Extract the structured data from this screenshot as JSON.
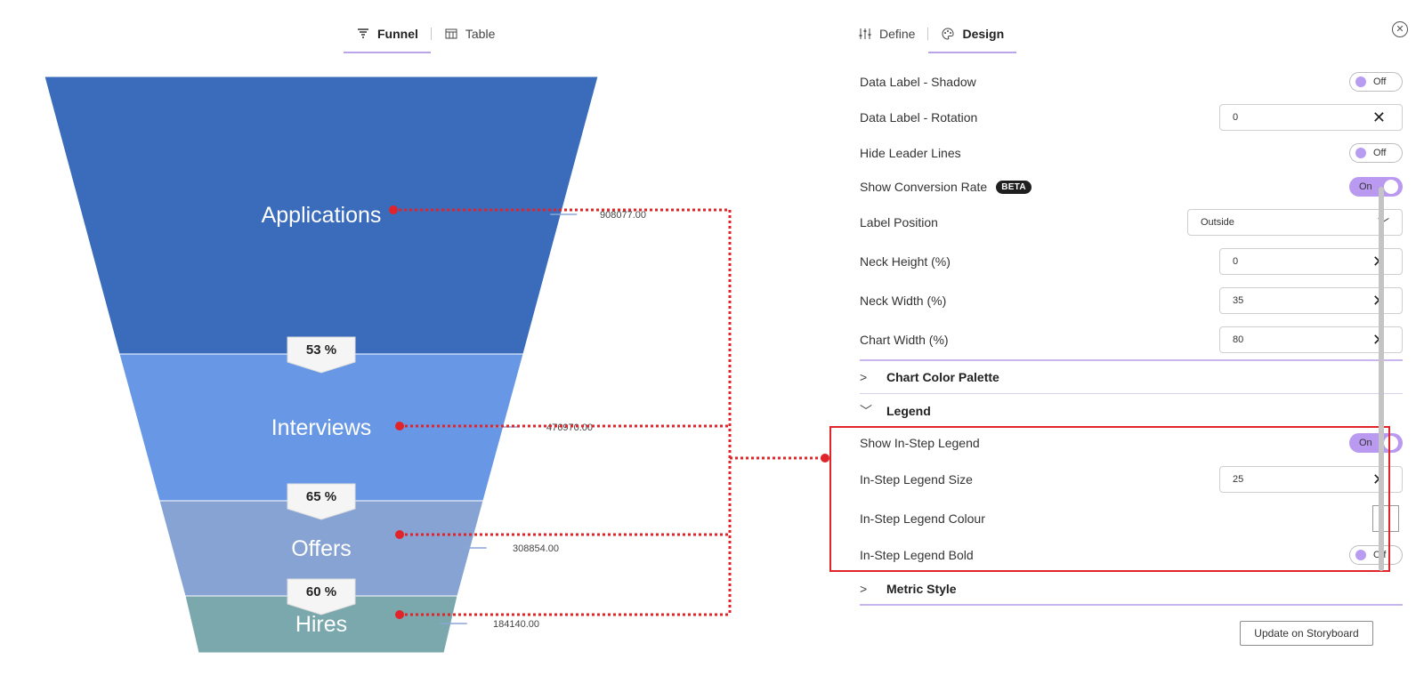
{
  "tabs_left": [
    {
      "label": "Funnel",
      "icon": "funnel-icon",
      "active": true
    },
    {
      "label": "Table",
      "icon": "table-icon",
      "active": false
    }
  ],
  "tabs_right": [
    {
      "label": "Define",
      "icon": "sliders-icon",
      "active": false
    },
    {
      "label": "Design",
      "icon": "palette-icon",
      "active": true
    }
  ],
  "close_icon": "close-circle-icon",
  "chart_data": {
    "type": "funnel",
    "stages": [
      {
        "label": "Applications",
        "value": 908077.0,
        "value_label": "908077.00",
        "color": "#3b6cbb"
      },
      {
        "label": "Interviews",
        "value": 476970.0,
        "value_label": "476970.00",
        "color": "#6898e5"
      },
      {
        "label": "Offers",
        "value": 308854.0,
        "value_label": "308854.00",
        "color": "#87a3d3"
      },
      {
        "label": "Hires",
        "value": 184140.0,
        "value_label": "184140.00",
        "color": "#7aa8ad"
      }
    ],
    "conversion_rates": [
      "53 %",
      "65 %",
      "60 %"
    ],
    "annotation_color": "#e0242a"
  },
  "settings": {
    "data_label_shadow": {
      "label": "Data Label - Shadow",
      "value": "Off"
    },
    "data_label_rotation": {
      "label": "Data Label - Rotation",
      "value": "0"
    },
    "hide_leader_lines": {
      "label": "Hide Leader Lines",
      "value": "Off"
    },
    "show_conversion_rate": {
      "label": "Show Conversion Rate",
      "badge": "BETA",
      "value": "On"
    },
    "label_position": {
      "label": "Label Position",
      "value": "Outside"
    },
    "neck_height": {
      "label": "Neck Height (%)",
      "value": "0"
    },
    "neck_width": {
      "label": "Neck Width (%)",
      "value": "35"
    },
    "chart_width": {
      "label": "Chart Width (%)",
      "value": "80"
    },
    "chart_color_palette": {
      "label": "Chart Color Palette"
    },
    "legend": {
      "label": "Legend"
    },
    "show_in_step_legend": {
      "label": "Show In-Step Legend",
      "value": "On"
    },
    "in_step_legend_size": {
      "label": "In-Step Legend Size",
      "value": "25"
    },
    "in_step_legend_colour": {
      "label": "In-Step Legend Colour",
      "value": "#ffffff"
    },
    "in_step_legend_bold": {
      "label": "In-Step Legend Bold",
      "value": "Off"
    },
    "metric_style": {
      "label": "Metric Style"
    }
  },
  "update_button": "Update on Storyboard",
  "accent_color": "#b99af0"
}
